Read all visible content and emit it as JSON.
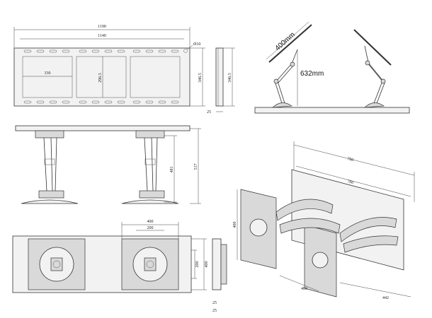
{
  "dimensions": {
    "overall_width": "1190",
    "rail_width": "1140",
    "hole_diameter": "Ø10",
    "inner_span": "330",
    "inner_height": "296.5",
    "outer_height": "346.5",
    "side_height": "346.5",
    "depth_small": "25",
    "extended_depth": "481",
    "total_height": "517",
    "vesa_outer": "400",
    "vesa_inner": "200",
    "vesa_v_small": "200",
    "vesa_v_large": "400",
    "thickness_a": "25",
    "thickness_b": "25"
  },
  "callouts": {
    "arm_length": "400mm",
    "max_height": "632mm"
  },
  "iso_labels": {
    "top_length": "780",
    "upper_length": "780",
    "side_height": "400",
    "depth_a": "400",
    "depth_b": "442"
  }
}
